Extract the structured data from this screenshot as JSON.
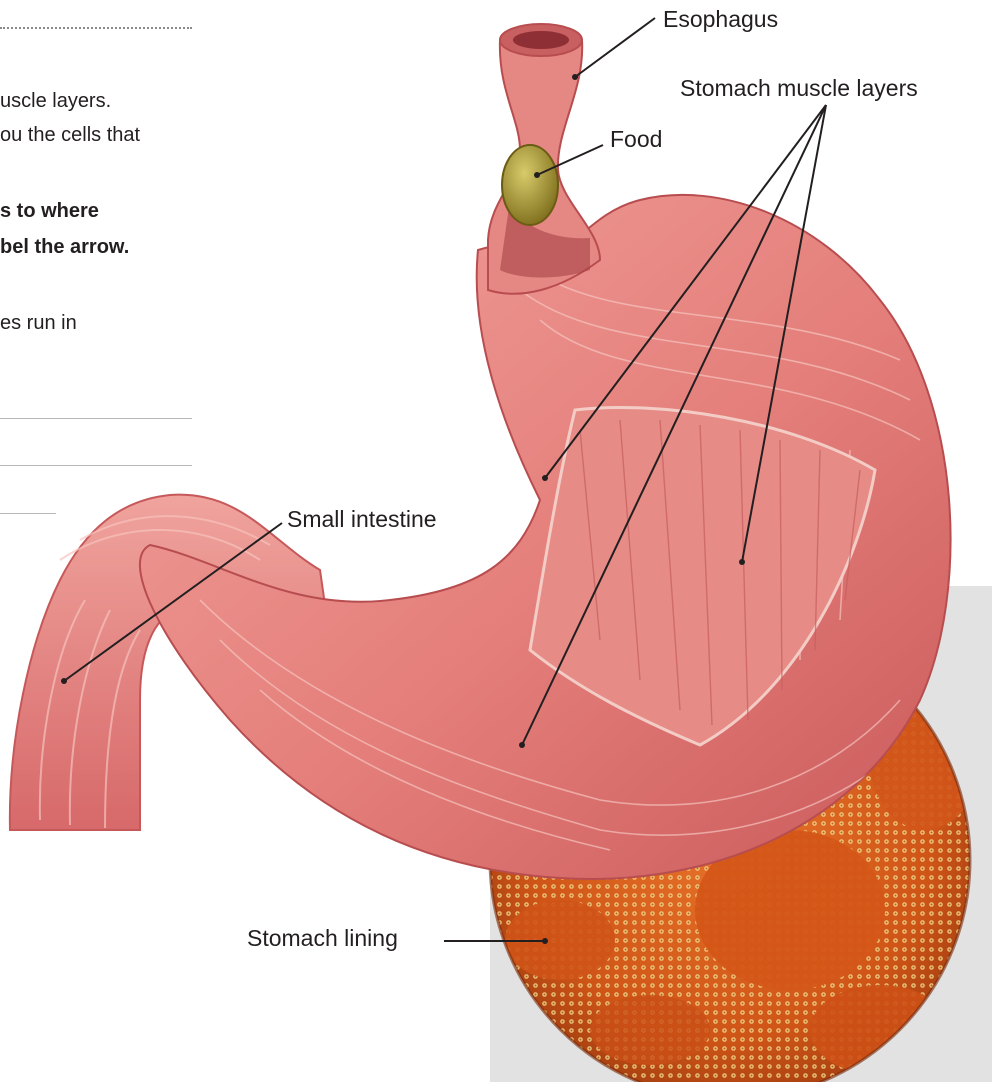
{
  "side_text": {
    "line1": "uscle layers.",
    "line2": "ou the cells that",
    "line3": "s to where",
    "line4": "bel the arrow.",
    "line5": "es run in"
  },
  "labels": {
    "esophagus": "Esophagus",
    "stomach_muscle_layers": "Stomach muscle layers",
    "food": "Food",
    "small_intestine": "Small intestine",
    "stomach_lining": "Stomach lining"
  },
  "colors": {
    "muscle": "#e8837f",
    "muscle_dark": "#c4575a",
    "muscle_light": "#f3b3ad",
    "food": "#b5a23a",
    "lining": "#d9621b",
    "lining_cells": "#f3d28a",
    "panel_gray": "#e2e2e2",
    "leader": "#231f20"
  }
}
